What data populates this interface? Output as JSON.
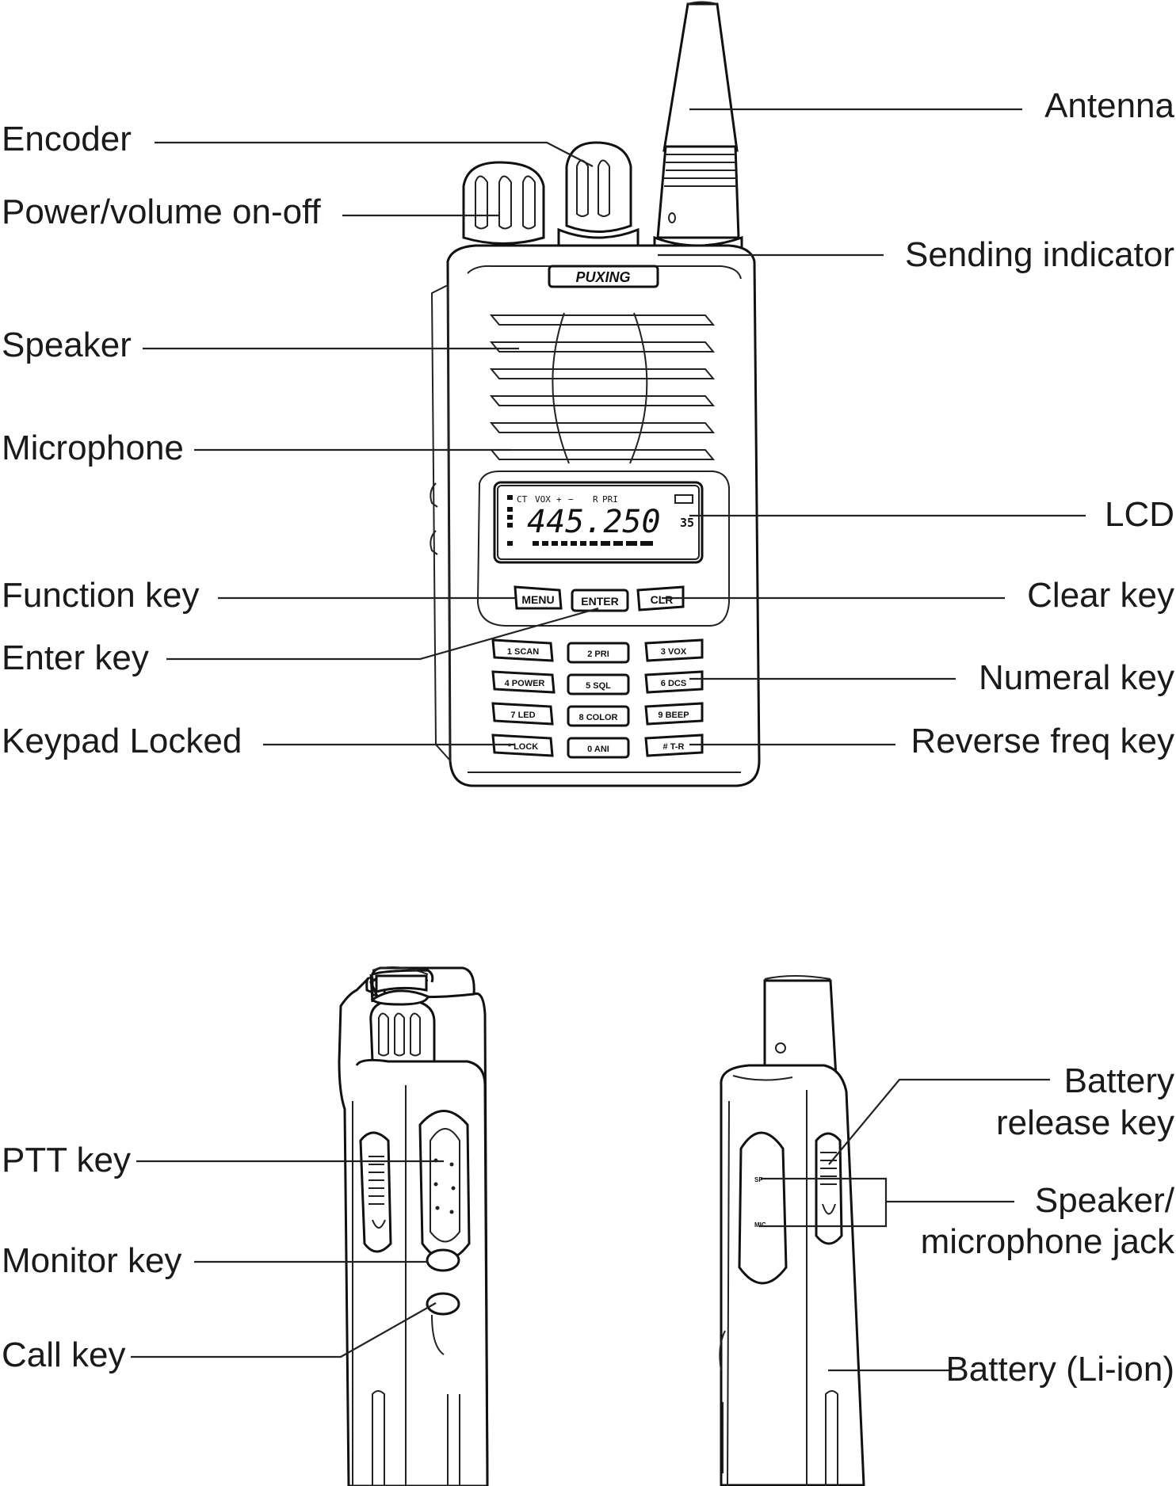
{
  "front_labels": {
    "encoder": "Encoder",
    "power": "Power/volume on-off",
    "speaker": "Speaker",
    "microphone": "Microphone",
    "function_key": "Function key",
    "enter_key": "Enter key",
    "keypad_locked": "Keypad Locked",
    "antenna": "Antenna",
    "sending_indicator": "Sending indicator",
    "lcd": "LCD",
    "clear_key": "Clear key",
    "numeral_key": "Numeral key",
    "reverse_freq_key": "Reverse freq key"
  },
  "side_labels": {
    "ptt_key": "PTT key",
    "monitor_key": "Monitor key",
    "call_key": "Call key",
    "battery_release_1": "Battery",
    "battery_release_2": "release key",
    "jack_1": "Speaker/",
    "jack_2": "microphone jack",
    "battery": "Battery (Li-ion)"
  },
  "brand": "PUXING",
  "lcd": {
    "frequency": "445.250",
    "icons": [
      "CT",
      "VOX",
      "+",
      "−",
      "R",
      "PRI"
    ],
    "channel": "35"
  },
  "keys": {
    "menu": "MENU",
    "enter": "ENTER",
    "clr": "CLR",
    "k1": "1 SCAN",
    "k2": "2 PRI",
    "k3": "3 VOX",
    "k4": "4 POWER",
    "k5": "5 SQL",
    "k6": "6 DCS",
    "k7": "7 LED",
    "k8": "8 COLOR",
    "k9": "9 BEEP",
    "kstar": "* LOCK",
    "k0": "0 ANI",
    "khash": "# T-R"
  },
  "jack_marks": {
    "sp": "SP",
    "mic": "MIC"
  }
}
